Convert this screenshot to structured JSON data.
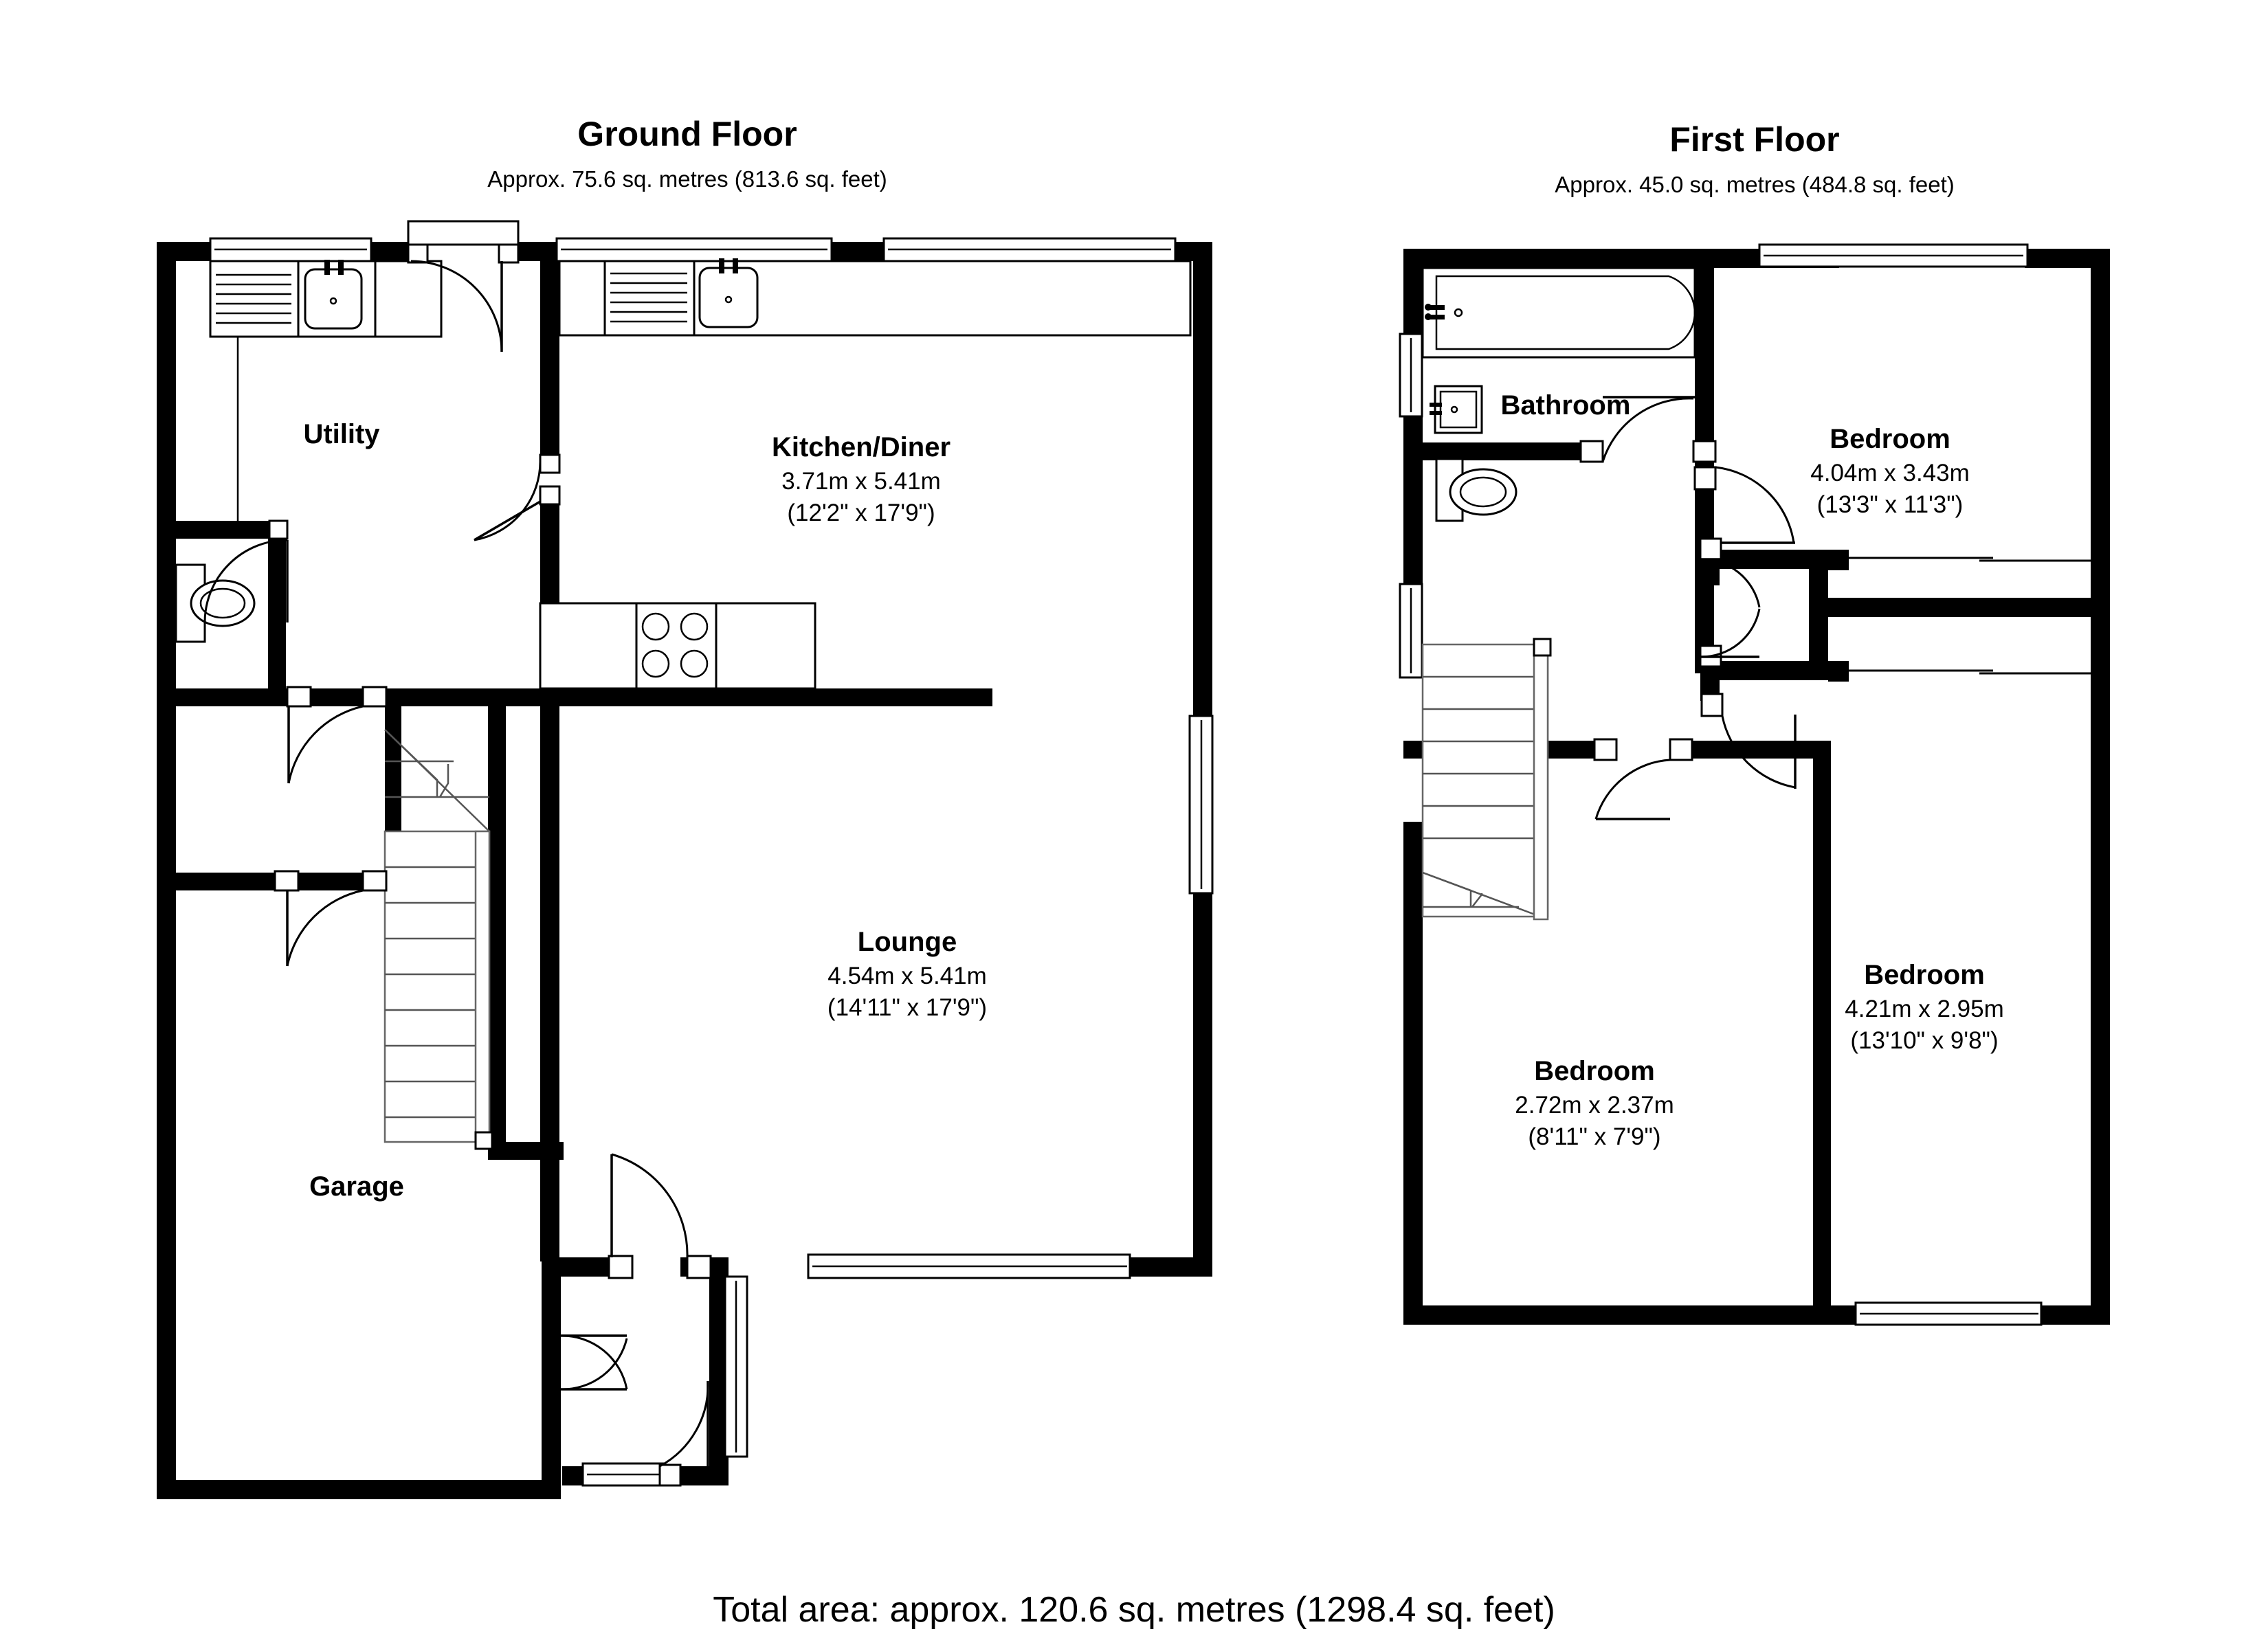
{
  "document": {
    "type": "floor-plan",
    "total_area_label": "Total area: approx. 120.6 sq. metres (1298.4 sq. feet)"
  },
  "floors": [
    {
      "id": "ground",
      "title": "Ground Floor",
      "area_label": "Approx.  75.6 sq. metres (813.6 sq. feet)",
      "rooms": [
        {
          "name": "Utility",
          "dim_m": "",
          "dim_ft": ""
        },
        {
          "name": "Kitchen/Diner",
          "dim_m": "3.71m x 5.41m",
          "dim_ft": "(12'2\" x 17'9\")"
        },
        {
          "name": "Lounge",
          "dim_m": "4.54m x 5.41m",
          "dim_ft": "(14'11\" x 17'9\")"
        },
        {
          "name": "Garage",
          "dim_m": "",
          "dim_ft": ""
        }
      ]
    },
    {
      "id": "first",
      "title": "First Floor",
      "area_label": "Approx.  45.0 sq. metres (484.8 sq. feet)",
      "rooms": [
        {
          "name": "Bathroom",
          "dim_m": "",
          "dim_ft": ""
        },
        {
          "name": "Bedroom",
          "dim_m": "4.04m x 3.43m",
          "dim_ft": "(13'3\" x 11'3\")"
        },
        {
          "name": "Bedroom",
          "dim_m": "4.21m x 2.95m",
          "dim_ft": "(13'10\" x 9'8\")"
        },
        {
          "name": "Bedroom",
          "dim_m": "2.72m x 2.37m",
          "dim_ft": "(8'11\" x 7'9\")"
        }
      ]
    }
  ],
  "colors": {
    "wall": "#000000",
    "background": "#ffffff",
    "fixture_stroke": "#000000"
  }
}
